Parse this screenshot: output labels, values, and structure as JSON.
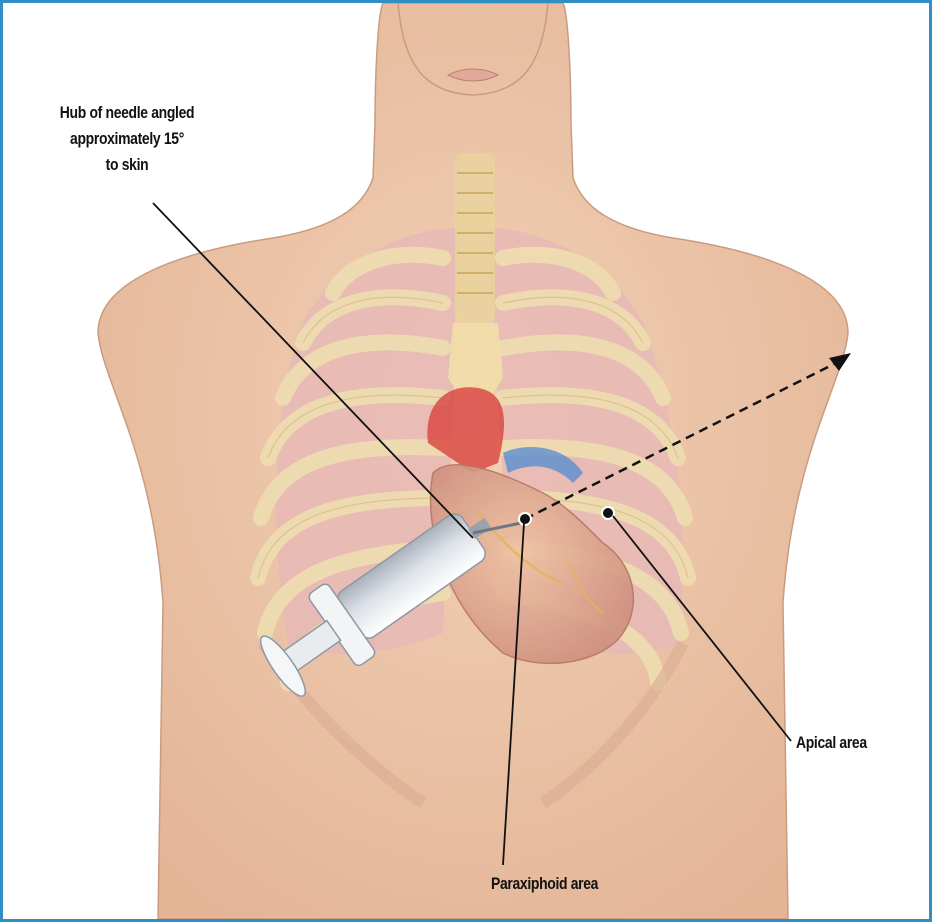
{
  "figure": {
    "labels": {
      "hub_line1": "Hub of needle angled",
      "hub_line2": "approximately 15°",
      "hub_line3": "to skin",
      "apical": "Apical area",
      "paraxiphoid": "Paraxiphoid area"
    },
    "colors": {
      "frame_border": "#2f8fc3",
      "skin": "#ecc6aa",
      "lung": "#e8b8b6",
      "rib": "#efdcb0",
      "heart": "#d89a86",
      "aorta_red": "#d9423f",
      "vein_blue": "#5a8fd0",
      "leader_line": "#111111"
    }
  }
}
